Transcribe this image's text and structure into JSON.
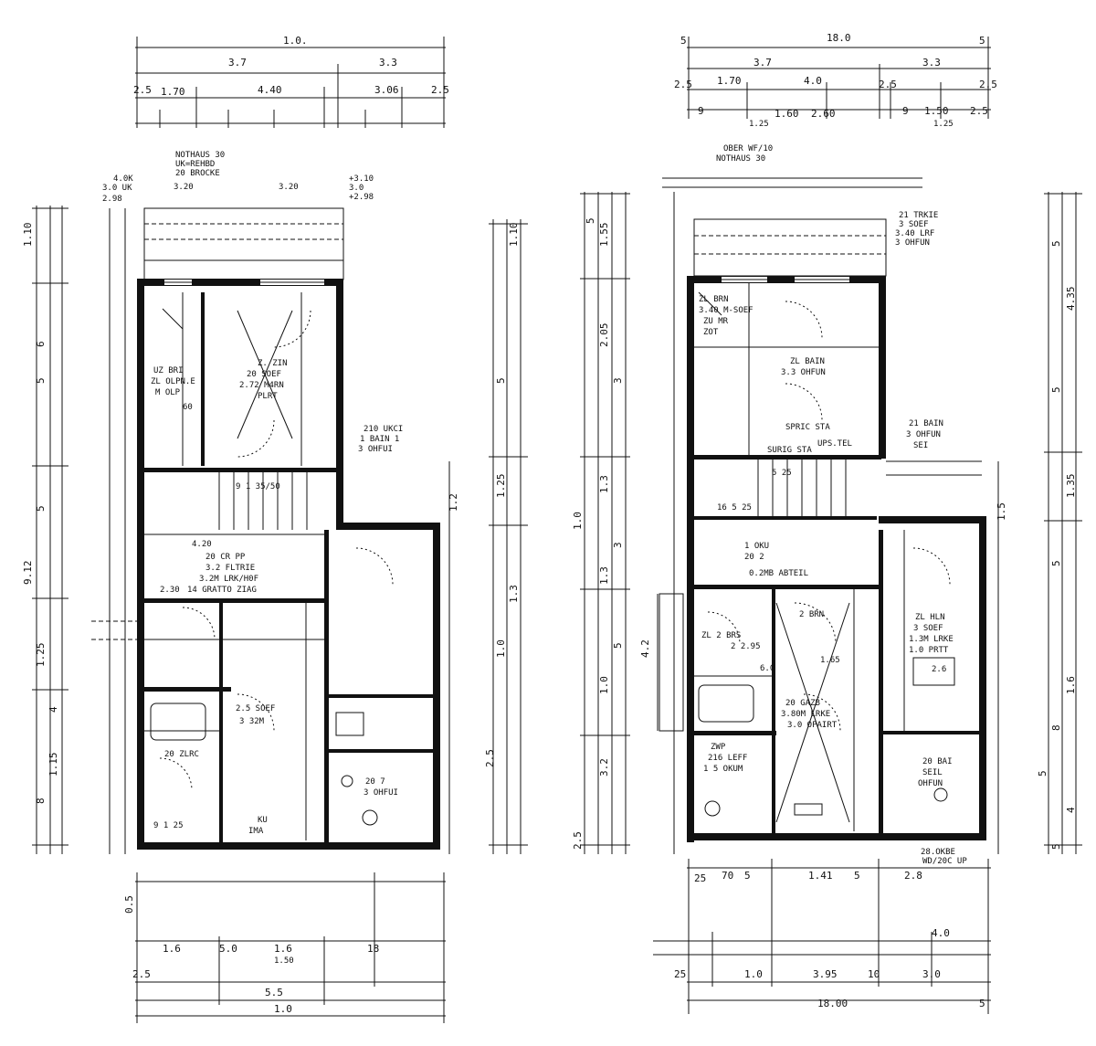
{
  "drawing": {
    "left_plan": {
      "top_dims": [
        "1.0.",
        "3.7",
        "3.3",
        "2.5",
        "1.70",
        "4.40",
        "3.06",
        "2.5",
        "3.20",
        "3.20"
      ],
      "notes": [
        "NOTHAUS 30",
        "UK=REHBD",
        "20 BROCKE",
        "4.0K",
        "3.0 UK",
        "2.98",
        "+3.10",
        "3.0",
        "+2.98"
      ],
      "rooms": [
        {
          "lines": [
            "Z. ZIN",
            "20 SOEF",
            "2.72 M4RN",
            "PLRT"
          ]
        },
        {
          "lines": [
            "UZ BRI",
            "ZL OLPN.E",
            "M OLP",
            "60"
          ]
        },
        {
          "lines": [
            "210 UKCI",
            "1 BAIN 1",
            "3 OHFUI"
          ]
        },
        {
          "lines": [
            "9 1 35/50"
          ]
        },
        {
          "lines": [
            "4.20",
            "20 CR PP",
            "3.2 FLTRIE",
            "3.2M LRK/H0F",
            "14 GRATTO ZIAG"
          ]
        },
        {
          "lines": [
            "2.30"
          ]
        },
        {
          "lines": [
            "2.5 SOEF",
            "3 32M"
          ]
        },
        {
          "lines": [
            "20 ZLRC",
            "KU",
            "IMA"
          ]
        },
        {
          "lines": [
            "9 1 25"
          ]
        },
        {
          "lines": [
            "20 7",
            "3 OHFUI"
          ]
        }
      ],
      "left_dims": [
        "1.10",
        "6",
        "5",
        "9.12",
        "5",
        "1.25",
        "4",
        "1.15",
        "8"
      ],
      "right_dims": [
        "1.10",
        "5",
        "1.25",
        "1.3",
        "1.0",
        "2.5",
        "1.2"
      ],
      "bottom_dims": [
        "0.5",
        "1.6",
        "5.0",
        "1.6",
        "1.50",
        "18",
        "2.5",
        "5.5",
        "1.0"
      ]
    },
    "right_plan": {
      "top_dims": [
        "5",
        "18.0",
        "5",
        "3.7",
        "3.3",
        "2.5",
        "1.70",
        "4.0",
        "2.5",
        "2.5",
        "9",
        "1.60",
        "2.60",
        "9",
        "1.50",
        "1.25",
        "1.25",
        "2.5"
      ],
      "notes": [
        "OBER WF/10",
        "NOTHAUS 30",
        "21 TRKIE",
        "3 SOEF",
        "3.40 LRF",
        "3 OHFUN"
      ],
      "rooms": [
        {
          "lines": [
            "ZL BRN",
            "3.40 M-SOEF",
            "ZU MR",
            "ZOT"
          ]
        },
        {
          "lines": [
            "ZL BAIN",
            "3.3 OHFUN",
            "SPRIC STA"
          ]
        },
        {
          "lines": [
            "UPS.TEL",
            "SURIG STA"
          ]
        },
        {
          "lines": [
            "21 BAIN",
            "3 OHFUN",
            "SEI"
          ]
        },
        {
          "lines": [
            "5 25",
            "16 5 25"
          ]
        },
        {
          "lines": [
            "1 OKU",
            "20 2",
            "0.2MB ABTEIL"
          ]
        },
        {
          "lines": [
            "2 BRN",
            "1.65",
            "20 GAZB",
            "3.80M LRKE",
            "3.0 OPAIRT"
          ]
        },
        {
          "lines": [
            "ZL HLN",
            "3 SOEF",
            "1.3M LRKE",
            "1.0 PRTT"
          ]
        },
        {
          "lines": [
            "ZL 2 BRS",
            "2 2.95",
            "6.0"
          ]
        },
        {
          "lines": [
            "2.6"
          ]
        },
        {
          "lines": [
            "ZWP",
            "216 LEFF",
            "1 5 OKUM"
          ]
        },
        {
          "lines": [
            "20 BAI",
            "SEIL",
            "OHFUN"
          ]
        }
      ],
      "left_dims": [
        "5",
        "1.55",
        "2.05",
        "3",
        "1.0",
        "1.3",
        "3",
        "1.3",
        "5",
        "4.2",
        "1.0",
        "3.2",
        "2.5"
      ],
      "right_dims": [
        "5",
        "4.35",
        "5",
        "1.35",
        "1.5",
        "5",
        "1.6",
        "8",
        "5",
        "4",
        "5"
      ],
      "bottom_dims": [
        "25",
        "70",
        "5",
        "1.41",
        "5",
        "2.8",
        "28.OKBE",
        "WD/20C UP",
        "4.0",
        "25",
        "1.0",
        "3.95",
        "10",
        "3.0",
        "18.00",
        "5"
      ]
    }
  }
}
